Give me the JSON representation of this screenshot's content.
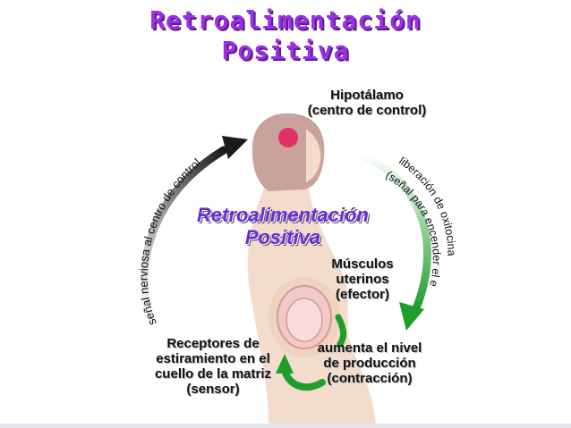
{
  "header": {
    "title_line1": "Retroalimentación",
    "title_line2": "Positiva"
  },
  "diagram": {
    "control_center": {
      "line1": "Hipotálamo",
      "line2": "(centro de control)"
    },
    "center_label": {
      "line1": "Retroalimentación",
      "line2": "Positiva"
    },
    "effector": {
      "line1": "Músculos",
      "line2": "uterinos",
      "line3": "(efector)"
    },
    "response": {
      "line1": "aumenta el nivel",
      "line2": "de producción",
      "line3": "(contracción)"
    },
    "sensor": {
      "line1": "Receptores de",
      "line2": "estiramiento en el",
      "line3": "cuello de la matriz",
      "line4": "(sensor)"
    },
    "arc_left_text": "señal nerviosa al centro de control",
    "arc_right_text1": "liberación de oxitocina",
    "arc_right_text2": "(señal para encender el efector)"
  },
  "colors": {
    "title": "#9b2ee8",
    "center_label": "#6a2bd8",
    "arrow_dark": "#222222",
    "arrow_green": "#1f9e2c",
    "hypothalamus": "#e0306a",
    "skin": "#f3dccb"
  }
}
